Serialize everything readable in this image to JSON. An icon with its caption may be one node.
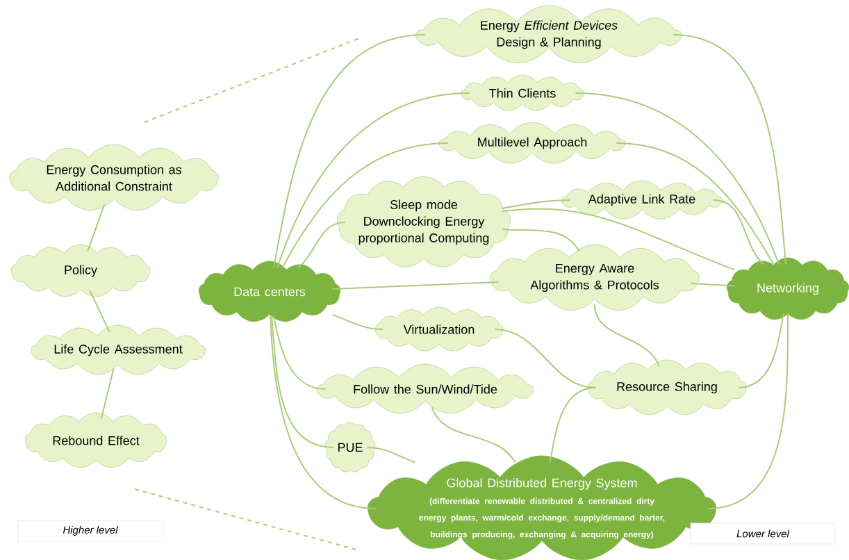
{
  "diagram": {
    "nodes": [
      {
        "text": [
          "Energy *Efficient Devices* Design & Planning"
        ]
      },
      {
        "text": [
          "Thin Clients"
        ]
      },
      {
        "text": [
          "Multilevel Approach"
        ]
      },
      {
        "text": [
          "Energy Consumption as Additional Constraint"
        ]
      },
      {
        "text": [
          "Sleep mode Downclocking Energy proportional Computing"
        ]
      },
      {
        "text": [
          "Adaptive Link Rate"
        ]
      },
      {
        "text": [
          "Policy"
        ]
      },
      {
        "text": [
          "Data centers"
        ]
      },
      {
        "text": [
          "Energy Aware Algorithms & Protocols"
        ]
      },
      {
        "text": [
          "Networking"
        ]
      },
      {
        "text": [
          "Virtualization"
        ]
      },
      {
        "text": [
          "Life Cycle Assessment"
        ]
      },
      {
        "text": [
          "Follow the Sun/Wind/Tide"
        ]
      },
      {
        "text": [
          "Resource Sharing"
        ]
      },
      {
        "text": [
          "Rebound Effect"
        ]
      },
      {
        "text": [
          "PUE"
        ]
      },
      {
        "text": [
          "Global Distributed Energy System",
          "(differentiate renewable distributed & centralized dirty energy plants, warm/cold exchange, supply/demand barter, buildings producing, exchanging & acquiring energy)"
        ]
      }
    ],
    "edges": [
      {
        "from": 3,
        "to": 6,
        "arrow": "none"
      },
      {
        "from": 6,
        "to": 11,
        "arrow": "none"
      },
      {
        "from": 11,
        "to": 14,
        "arrow": "none"
      },
      {
        "from": 7,
        "to": 0,
        "arrow": "none"
      },
      {
        "from": 7,
        "to": 1,
        "arrow": "none"
      },
      {
        "from": 7,
        "to": 2,
        "arrow": "none"
      },
      {
        "from": 7,
        "to": 4,
        "arrow": "none"
      },
      {
        "from": 7,
        "to": 8,
        "arrow": "none"
      },
      {
        "from": 7,
        "to": 10,
        "arrow": "none"
      },
      {
        "from": 7,
        "to": 12,
        "arrow": "none"
      },
      {
        "from": 7,
        "to": 15,
        "arrow": "none"
      },
      {
        "from": 7,
        "to": 16,
        "arrow": "none"
      },
      {
        "from": 0,
        "to": 9,
        "arrow": "none"
      },
      {
        "from": 1,
        "to": 9,
        "arrow": "none"
      },
      {
        "from": 2,
        "to": 9,
        "arrow": "none"
      },
      {
        "from": 4,
        "to": 5,
        "arrow": "none"
      },
      {
        "from": 4,
        "to": 8,
        "arrow": "none"
      },
      {
        "from": 4,
        "to": 9,
        "arrow": "none"
      },
      {
        "from": 5,
        "to": 9,
        "arrow": "none"
      },
      {
        "from": 8,
        "to": 9,
        "arrow": "none"
      },
      {
        "from": 8,
        "to": 13,
        "arrow": "none"
      },
      {
        "from": 10,
        "to": 13,
        "arrow": "none"
      },
      {
        "from": 13,
        "to": 9,
        "arrow": "none"
      },
      {
        "from": 13,
        "to": 16,
        "arrow": "none"
      },
      {
        "from": 12,
        "to": 16,
        "arrow": "none"
      },
      {
        "from": 15,
        "to": 16,
        "arrow": "none"
      },
      {
        "from": 16,
        "to": 9,
        "arrow": "none"
      }
    ],
    "labels": [
      "Higher level",
      "Lower level"
    ]
  }
}
